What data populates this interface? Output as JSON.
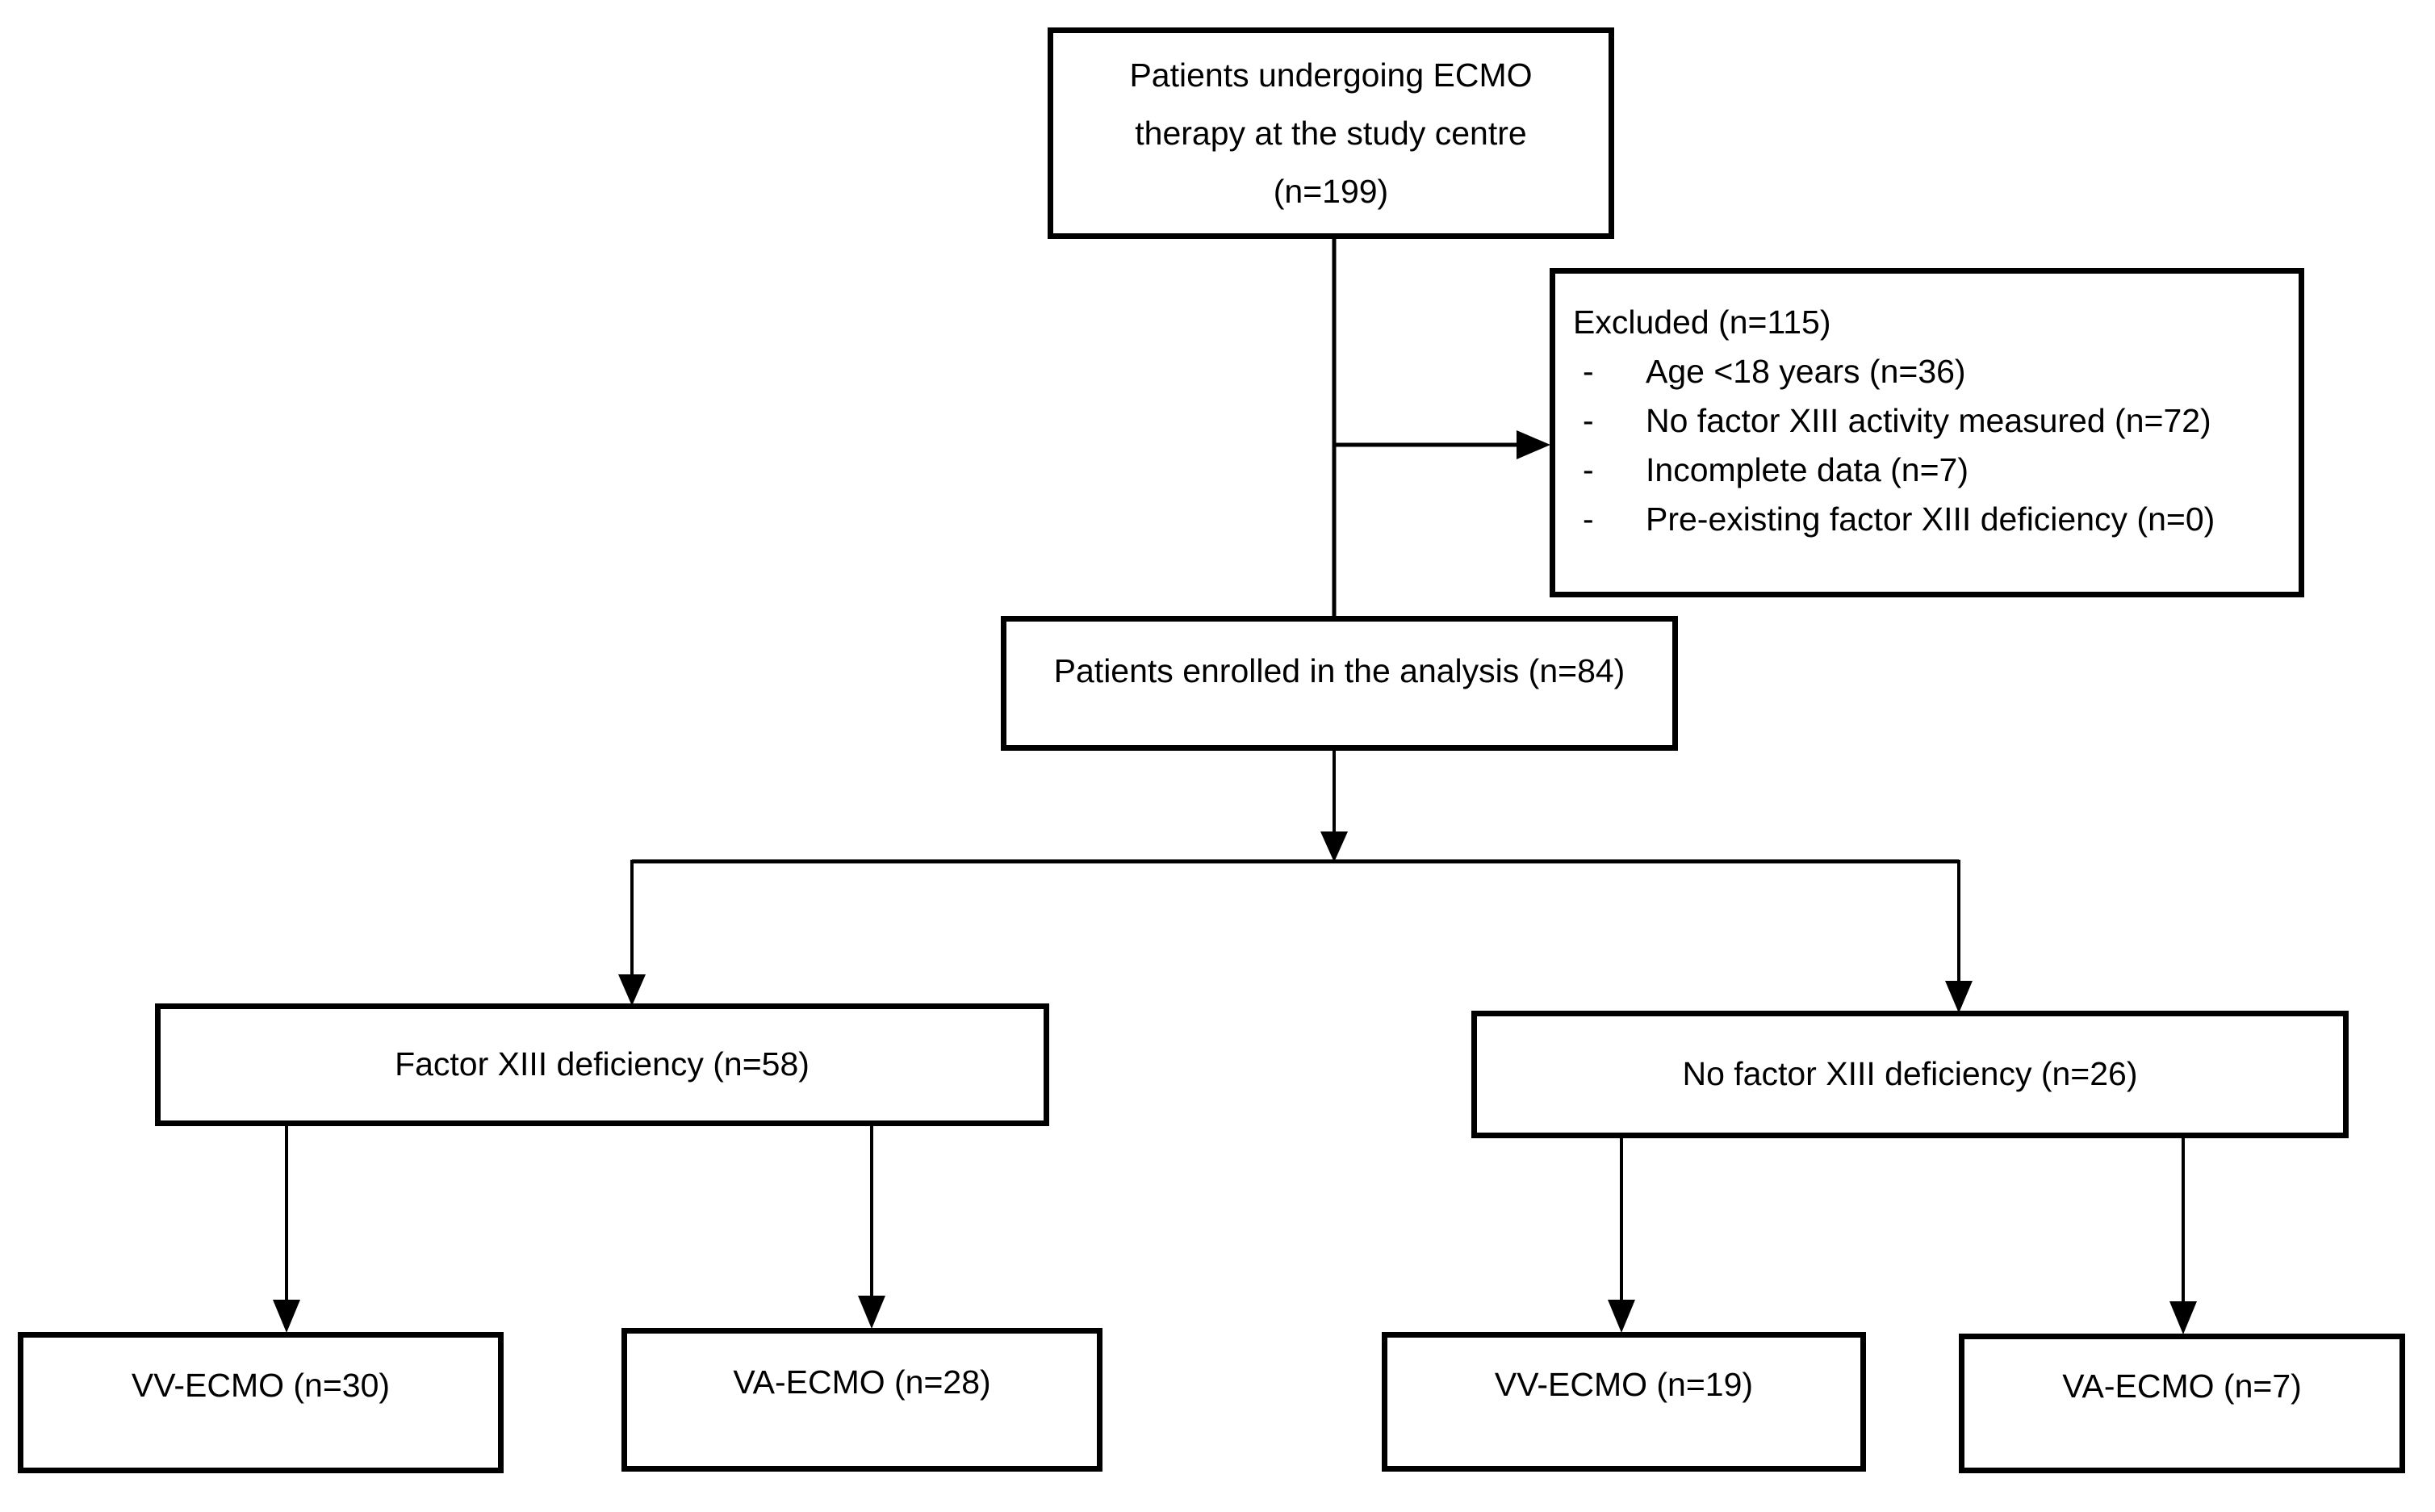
{
  "diagram": {
    "background": "#ffffff",
    "line_color": "#000000",
    "text_color": "#000000",
    "nodes": {
      "total": {
        "text": "Patients undergoing ECMO\ntherapy at the study centre\n(n=199)"
      },
      "excluded": {
        "title": "Excluded (n=115)",
        "bullet": "-",
        "items": [
          "Age <18 years (n=36)",
          "No factor XIII activity measured (n=72)",
          "Incomplete data (n=7)",
          "Pre-existing factor XIII deficiency (n=0)"
        ]
      },
      "enrolled": {
        "label": "Patients enrolled in the analysis (n=84)"
      },
      "deficiency": {
        "label": "Factor XIII deficiency (n=58)"
      },
      "no_deficiency": {
        "label": "No factor XIII deficiency (n=26)"
      },
      "deficiency_vv": {
        "label": "VV-ECMO (n=30)"
      },
      "deficiency_va": {
        "label": "VA-ECMO (n=28)"
      },
      "no_deficiency_vv": {
        "label": "VV-ECMO (n=19)"
      },
      "no_deficiency_va": {
        "label": "VA-ECMO (n=7)"
      }
    },
    "edges": [
      {
        "from": "total",
        "to": "excluded"
      },
      {
        "from": "total",
        "to": "enrolled"
      },
      {
        "from": "enrolled",
        "to": "deficiency"
      },
      {
        "from": "enrolled",
        "to": "no_deficiency"
      },
      {
        "from": "deficiency",
        "to": "deficiency_vv"
      },
      {
        "from": "deficiency",
        "to": "deficiency_va"
      },
      {
        "from": "no_deficiency",
        "to": "no_deficiency_vv"
      },
      {
        "from": "no_deficiency",
        "to": "no_deficiency_va"
      }
    ]
  }
}
